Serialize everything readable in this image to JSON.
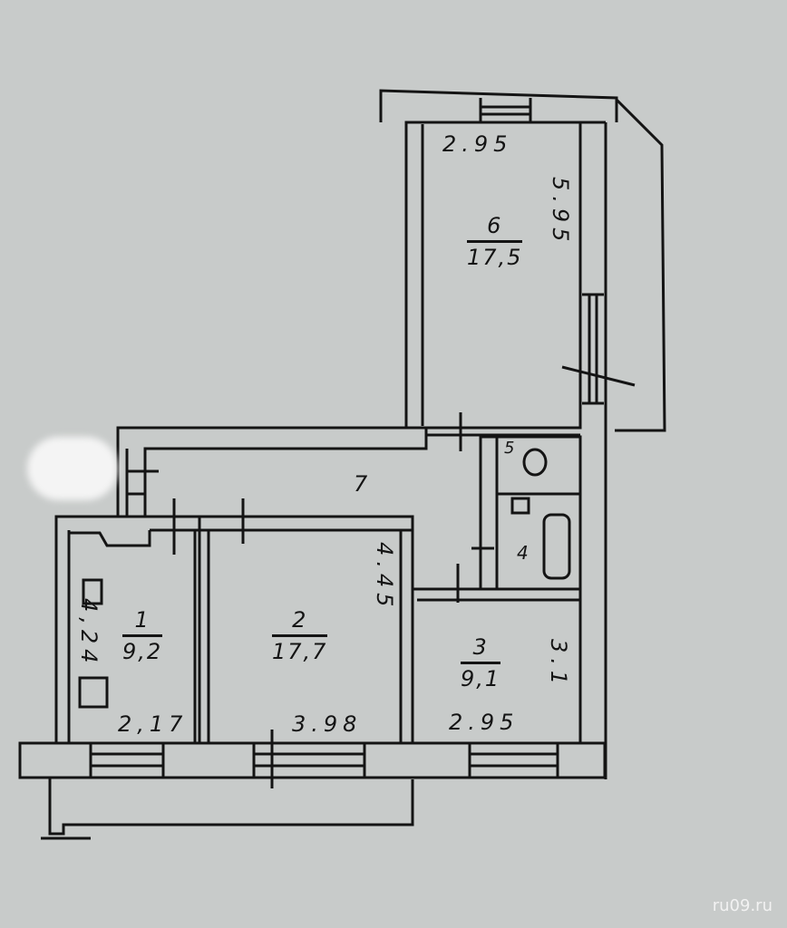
{
  "rooms": [
    {
      "number": "1",
      "area": "9,2",
      "width": "2,17",
      "length": "4,24"
    },
    {
      "number": "2",
      "area": "17,7",
      "width": "3.98",
      "length": "4.45"
    },
    {
      "number": "3",
      "area": "9,1",
      "width": "2.95",
      "length": "3.1"
    },
    {
      "number": "4"
    },
    {
      "number": "5"
    },
    {
      "number": "6",
      "area": "17,5",
      "width": "2.95",
      "length": "5.95"
    },
    {
      "number": "7"
    }
  ],
  "watermark": "ru09.ru",
  "colors": {
    "paper": "#c8cbca",
    "ink": "#141414"
  }
}
